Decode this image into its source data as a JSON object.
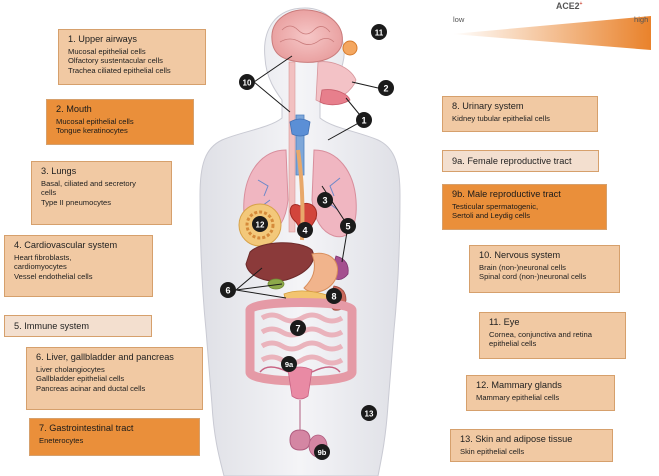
{
  "legend": {
    "title": "ACE2",
    "low_label": "low",
    "high_label": "high",
    "gradient_from": "#ffffff",
    "gradient_to": "#e9822b"
  },
  "colors": {
    "level_low": "#f3dfcf",
    "level_mid": "#f1c9a3",
    "level_high": "#ea8f3a",
    "marker": "#1b1b1b"
  },
  "systems": {
    "s1": {
      "title": "1. Upper airways",
      "lines": [
        "Mucosal epithelial cells",
        "Olfactory sustentacular cells",
        "Trachea ciliated epithelial cells"
      ]
    },
    "s2": {
      "title": "2. Mouth",
      "lines": [
        "Mucosal epithelial cells",
        "Tongue keratinocytes"
      ]
    },
    "s3": {
      "title": "3. Lungs",
      "lines": [
        "Basal, ciliated and secretory",
        "cells",
        "Type II pneumocytes"
      ]
    },
    "s4": {
      "title": "4. Cardiovascular system",
      "lines": [
        "Heart fibroblasts,",
        "cardiomyocytes",
        "Vessel endothelial cells"
      ]
    },
    "s5": {
      "title": "5. Immune system",
      "lines": []
    },
    "s6": {
      "title": "6. Liver, gallbladder and pancreas",
      "lines": [
        "Liver cholangiocytes",
        "Gallbladder epithelial cells",
        "Pancreas acinar and ductal cells"
      ]
    },
    "s7": {
      "title": "7. Gastrointestinal tract",
      "lines": [
        "Eneterocytes"
      ]
    },
    "s8": {
      "title": "8. Urinary system",
      "lines": [
        "Kidney tubular epithelial cells"
      ]
    },
    "s9a": {
      "title": "9a. Female reproductive tract",
      "lines": []
    },
    "s9b": {
      "title": "9b. Male reproductive tract",
      "lines": [
        "Testicular spermatogenic,",
        "Sertoli and Leydig cells"
      ]
    },
    "s10": {
      "title": "10. Nervous system",
      "lines": [
        "Brain (non-)neuronal cells",
        "Spinal cord (non-)neuronal cells"
      ]
    },
    "s11": {
      "title": "11. Eye",
      "lines": [
        "Cornea, conjunctiva and retina",
        "epithelial cells"
      ]
    },
    "s12": {
      "title": "12. Mammary glands",
      "lines": [
        "Mammary epithelial cells"
      ]
    },
    "s13": {
      "title": "13. Skin and adipose tissue",
      "lines": [
        "Skin epithelial cells"
      ]
    }
  },
  "markers": {
    "m1": "1",
    "m2": "2",
    "m3": "3",
    "m4": "4",
    "m5": "5",
    "m6": "6",
    "m7": "7",
    "m8": "8",
    "m9a": "9a",
    "m9b": "9b",
    "m10": "10",
    "m11": "11",
    "m12": "12",
    "m13": "13"
  }
}
